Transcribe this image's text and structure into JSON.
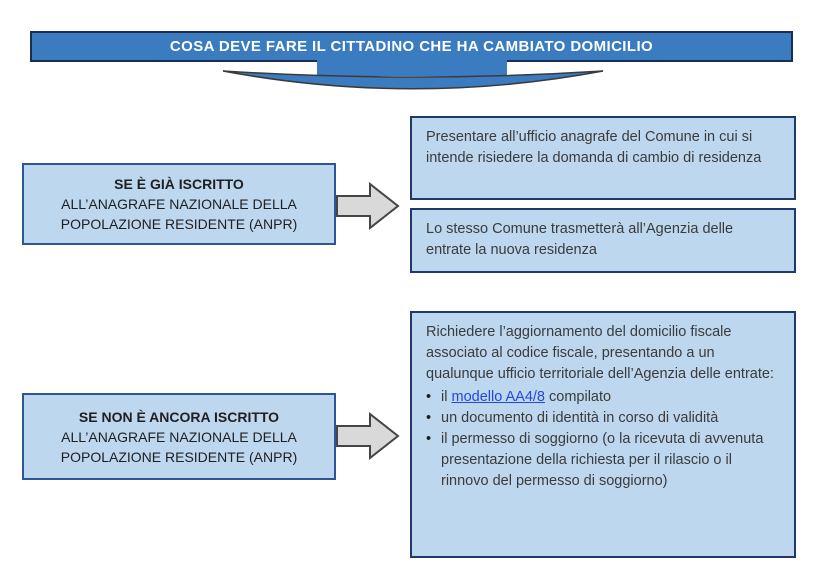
{
  "header": {
    "title": "COSA DEVE FARE IL CITTADINO CHE HA CAMBIATO DOMICILIO"
  },
  "flow": {
    "row1": {
      "condition": {
        "line1": "SE È GIÀ ISCRITTO",
        "line2": "ALL’ANAGRAFE NAZIONALE DELLA",
        "line3": "POPOLAZIONE RESIDENTE (ANPR)"
      },
      "steps": [
        {
          "text": "Presentare all’ufficio anagrafe del Comune in cui si intende risiedere la domanda di cambio di residenza"
        },
        {
          "text": "Lo stesso Comune trasmetterà all’Agenzia delle entrate la nuova residenza"
        }
      ]
    },
    "row2": {
      "condition": {
        "line1": "SE NON È ANCORA ISCRITTO",
        "line2": "ALL’ANAGRAFE NAZIONALE DELLA",
        "line3": "POPOLAZIONE RESIDENTE (ANPR)"
      },
      "step": {
        "intro": "Richiedere l’aggiornamento del domicilio fiscale associato al codice fiscale, presentando a un qualunque ufficio territoriale dell’Agenzia delle entrate:",
        "bullets": [
          {
            "pre": "il ",
            "link": "modello AA4/8",
            "post": " compilato"
          },
          {
            "text": "un documento di identità in corso di validità"
          },
          {
            "text": "il permesso di soggiorno (o la ricevuta di avvenuta presentazione della richiesta per il rilascio o il rinnovo del permesso di soggiorno)"
          }
        ]
      }
    }
  },
  "icons": {
    "bullet": "•"
  },
  "colors": {
    "banner_fill": "#3B7BBF",
    "banner_border": "#1A2E52",
    "banner_text": "#FFFFFF",
    "box_fill": "#BDD7EE",
    "condition_box_border": "#2E5697",
    "step_box_border": "#1F3A68",
    "arrow_fill": "#D9D9D9",
    "arrow_outline": "#454545",
    "link_color": "#2646E0",
    "body_text": "#3B3B3B"
  }
}
